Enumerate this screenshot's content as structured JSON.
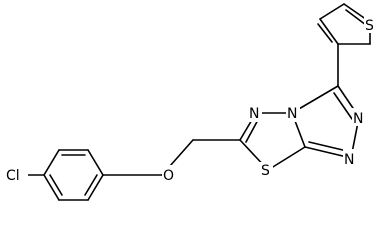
{
  "molecule": {
    "atoms": {
      "cl": "Cl",
      "o": "O",
      "s_thiadiazole": "S",
      "n_upper": "N",
      "n_bridge": "N",
      "n_triazole_1": "N",
      "n_triazole_2": "N",
      "s_thiophene": "S"
    }
  }
}
